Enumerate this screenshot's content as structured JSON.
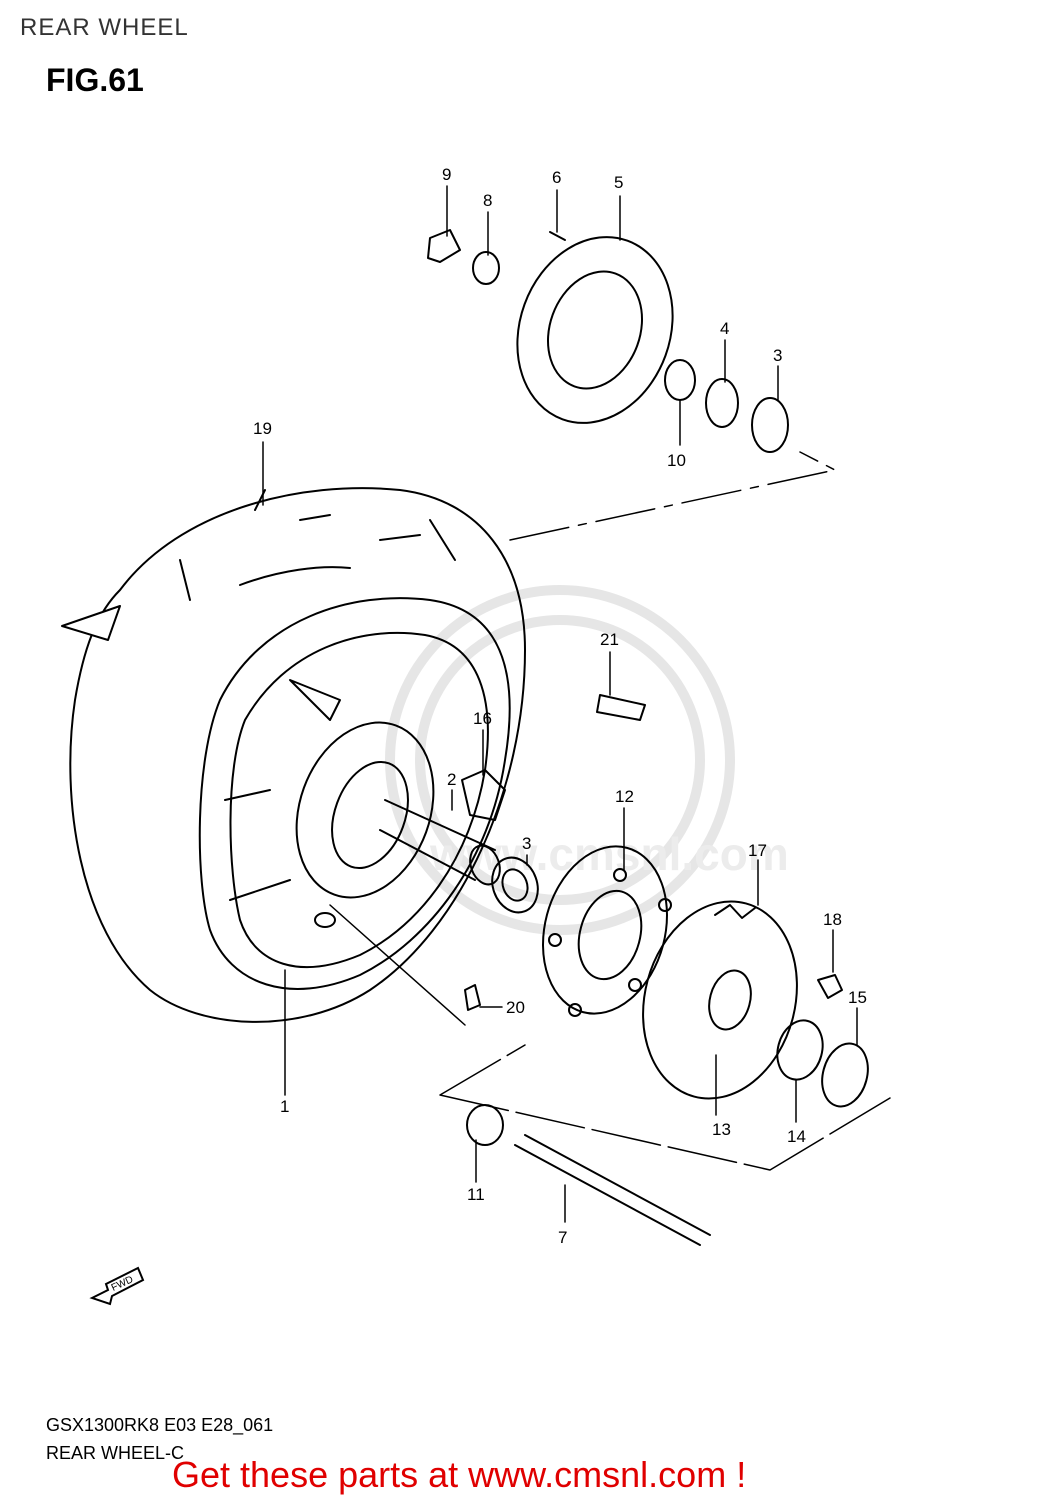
{
  "header": {
    "section_title": "REAR WHEEL",
    "figure_label": "FIG.61"
  },
  "footer": {
    "model_code": "GSX1300RK8 E03 E28_061",
    "model_name": "REAR WHEEL-C",
    "cta_text": "Get these parts at www.cmsnl.com !"
  },
  "diagram": {
    "fwd_label": "FWD",
    "watermark_text": "www.cmsnl.com",
    "callouts": {
      "c1": "1",
      "c2": "2",
      "c3a": "3",
      "c3b": "3",
      "c4": "4",
      "c5": "5",
      "c6": "6",
      "c7": "7",
      "c8": "8",
      "c9": "9",
      "c10": "10",
      "c11": "11",
      "c12": "12",
      "c13": "13",
      "c14": "14",
      "c15": "15",
      "c16": "16",
      "c17": "17",
      "c18": "18",
      "c19": "19",
      "c20": "20",
      "c21": "21"
    }
  },
  "colors": {
    "line": "#000000",
    "cta": "#e00000",
    "watermark": "#e6e6e6"
  }
}
